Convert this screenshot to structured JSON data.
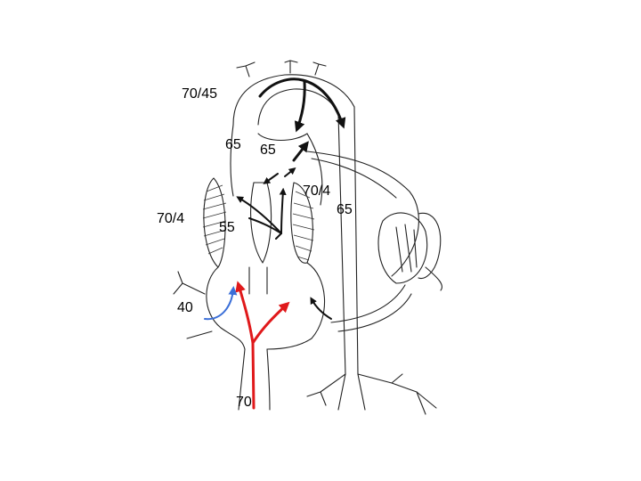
{
  "labels": {
    "ascending_aorta": "70/45",
    "pulmonary_artery_left": "65",
    "pulmonary_artery_right": "65",
    "left_atrium": "70/4",
    "pulmonary_veins": "65",
    "right_atrium": "70/4",
    "right_ventricle": "55",
    "coronary_sinus": "40",
    "inferior_vena_cava": "70"
  },
  "colors": {
    "arrow_black": "#111111",
    "arrow_red": "#e0191b",
    "arrow_blue": "#3b6fd8",
    "line": "#222222"
  }
}
